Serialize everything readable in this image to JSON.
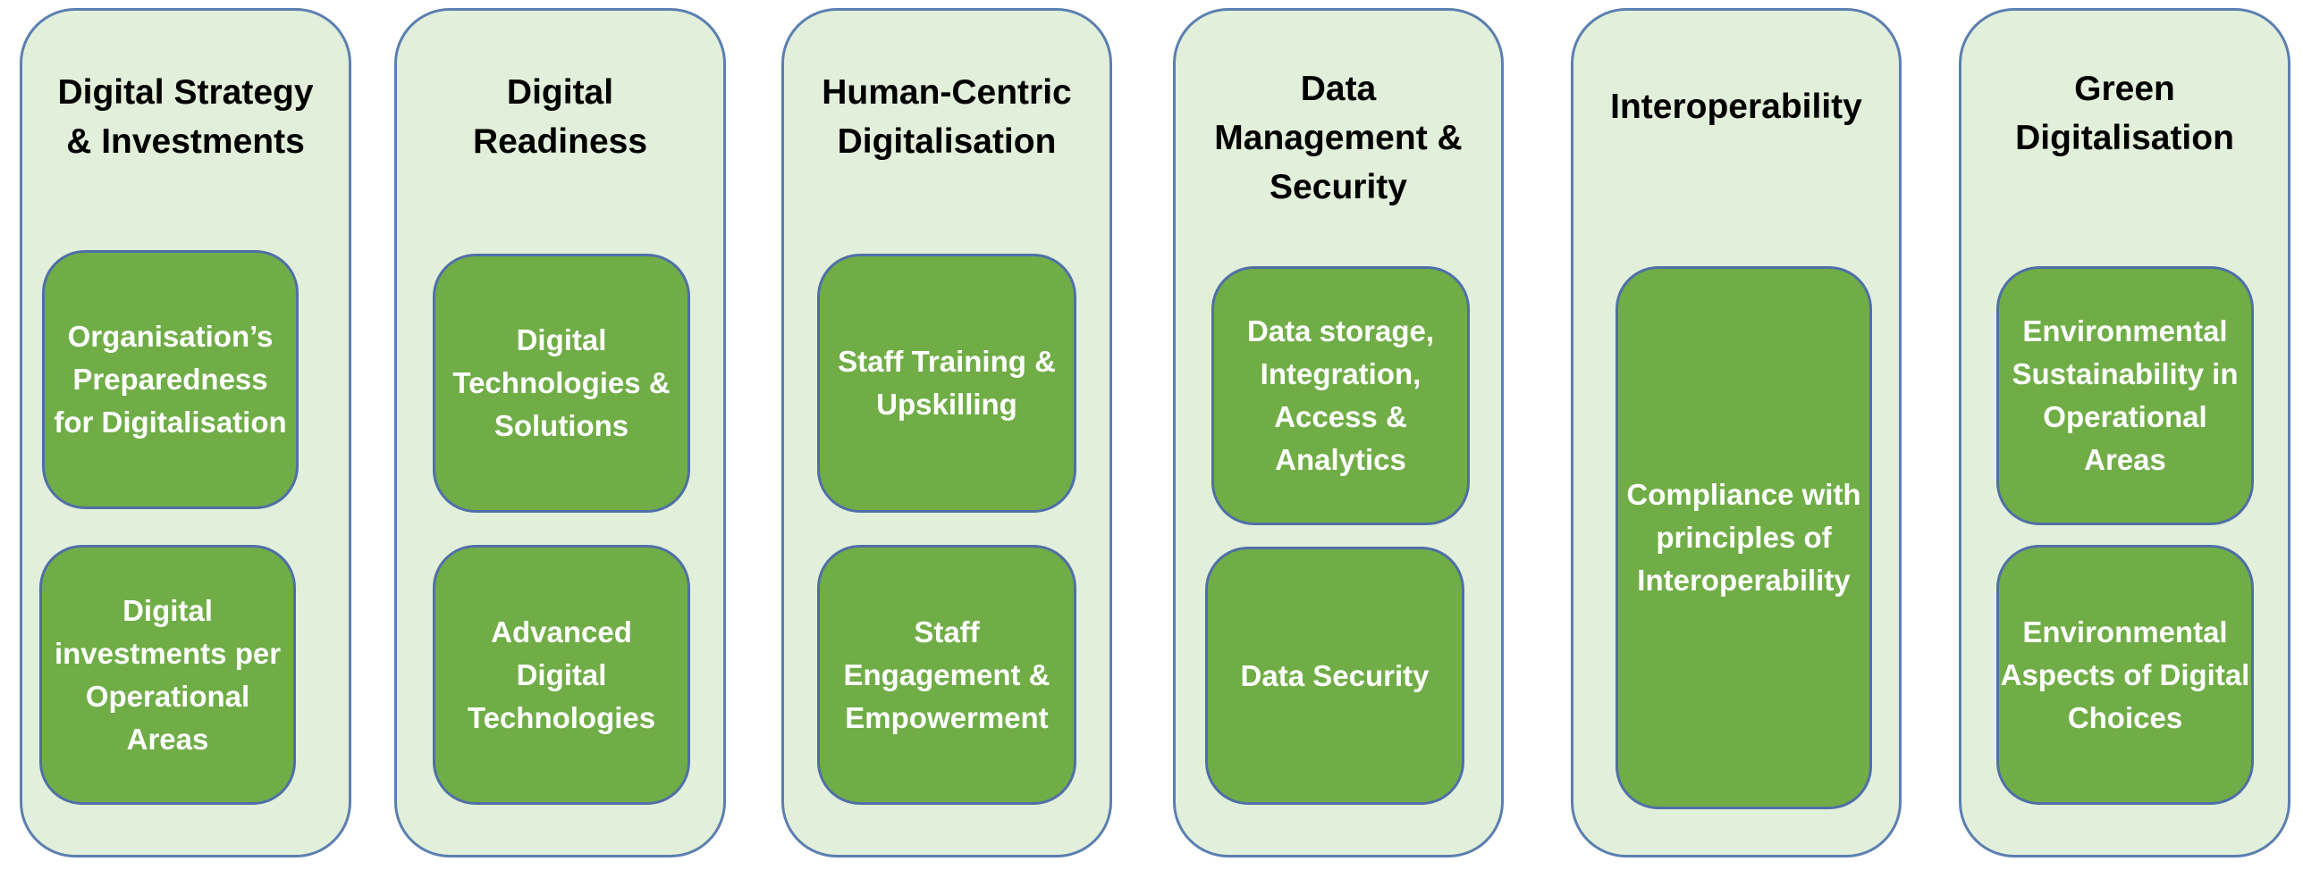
{
  "colors": {
    "pillar_fill": "#e2efda",
    "pillar_border": "#5b7fb0",
    "box_fill": "#70ad47",
    "box_border": "#4f6fa8",
    "title_text": "#000000",
    "box_text": "#ffffff"
  },
  "pillars": [
    {
      "title": "Digital Strategy\n& Investments",
      "items": [
        "Organisation’s\nPreparedness\nfor Digitalisation",
        "Digital\ninvestments per\nOperational\nAreas"
      ]
    },
    {
      "title": "Digital\nReadiness",
      "items": [
        "Digital\nTechnologies &\nSolutions",
        "Advanced\nDigital\nTechnologies"
      ]
    },
    {
      "title": "Human-Centric\nDigitalisation",
      "items": [
        "Staff Training &\nUpskilling",
        "Staff\nEngagement &\nEmpowerment"
      ]
    },
    {
      "title": "Data\nManagement &\nSecurity",
      "items": [
        "Data storage,\nIntegration,\nAccess &\nAnalytics",
        "Data Security"
      ]
    },
    {
      "title": "Interoperability",
      "items": [
        "Compliance with\nprinciples of\nInteroperability"
      ]
    },
    {
      "title": "Green\nDigitalisation",
      "items": [
        "Environmental\nSustainability in\nOperational\nAreas",
        "Environmental\nAspects of Digital\nChoices"
      ]
    }
  ]
}
